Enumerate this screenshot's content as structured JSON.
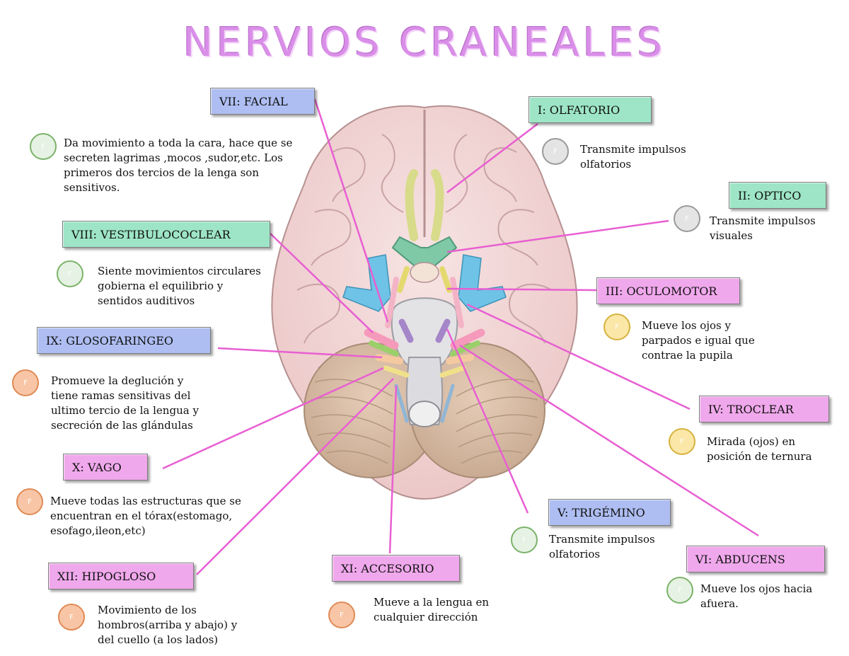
{
  "title": "NERVIOS CRANEALES",
  "colors": {
    "title": "#d98ee8",
    "connector": "#e85fd2",
    "blue_label": "#aebef2",
    "green_label": "#9de5c6",
    "pink_label": "#f0a8ec"
  },
  "nerves": [
    {
      "label": "VII: FACIAL",
      "icon": "F",
      "icon_color": "green",
      "description_lines": [
        "Da movimiento a toda la cara, hace que se",
        "secreten lagrimas ,mocos ,sudor,etc. Los",
        "primeros dos tercios de la lenga son",
        "sensitivos."
      ]
    },
    {
      "label": "I: OLFATORIO",
      "icon": "F",
      "icon_color": "gray",
      "description_lines": [
        "Transmite impulsos",
        "olfatorios"
      ]
    },
    {
      "label": "II: OPTICO",
      "icon": "F",
      "icon_color": "gray",
      "description_lines": [
        "Transmite impulsos",
        "visuales"
      ]
    },
    {
      "label": "VIII: VESTIBULOCOCLEAR",
      "icon": "F",
      "icon_color": "green",
      "description_lines": [
        "Siente movimientos circulares",
        "gobierna el equilibrio y",
        "sentidos auditivos"
      ]
    },
    {
      "label": "III: OCULOMOTOR",
      "icon": "F",
      "icon_color": "yellow",
      "description_lines": [
        "Mueve los ojos y",
        "parpados e igual que",
        "contrae la pupila"
      ]
    },
    {
      "label": "IX: GLOSOFARINGEO",
      "icon": "F",
      "icon_color": "orange",
      "description_lines": [
        "Promueve la deglución y",
        "tiene ramas sensitivas del",
        "ultimo tercio de la lengua y",
        "secreción de las glándulas"
      ]
    },
    {
      "label": "IV: TROCLEAR",
      "icon": "F",
      "icon_color": "yellow",
      "description_lines": [
        "Mirada (ojos) en",
        "posición de ternura"
      ]
    },
    {
      "label": "X: VAGO",
      "icon": "F",
      "icon_color": "orange",
      "description_lines": [
        "Mueve todas las estructuras que se",
        "encuentran en el tórax(estomago,",
        "esofago,ileon,etc)"
      ]
    },
    {
      "label": "V: TRIGÉMINO",
      "icon": "F",
      "icon_color": "green",
      "description_lines": [
        "Transmite impulsos",
        "olfatorios"
      ]
    },
    {
      "label": "VI: ABDUCENS",
      "icon": "F",
      "icon_color": "green",
      "description_lines": [
        "Mueve los ojos hacia",
        "afuera."
      ]
    },
    {
      "label": "XII: HIPOGLOSO",
      "icon": "F",
      "icon_color": "orange",
      "description_lines": [
        "Movimiento de los",
        "hombros(arriba y abajo) y",
        "del cuello (a los lados)"
      ]
    },
    {
      "label": "XI: ACCESORIO",
      "icon": "F",
      "icon_color": "orange",
      "description_lines": [
        "Mueve a la lengua en",
        "cualquier dirección"
      ]
    }
  ]
}
